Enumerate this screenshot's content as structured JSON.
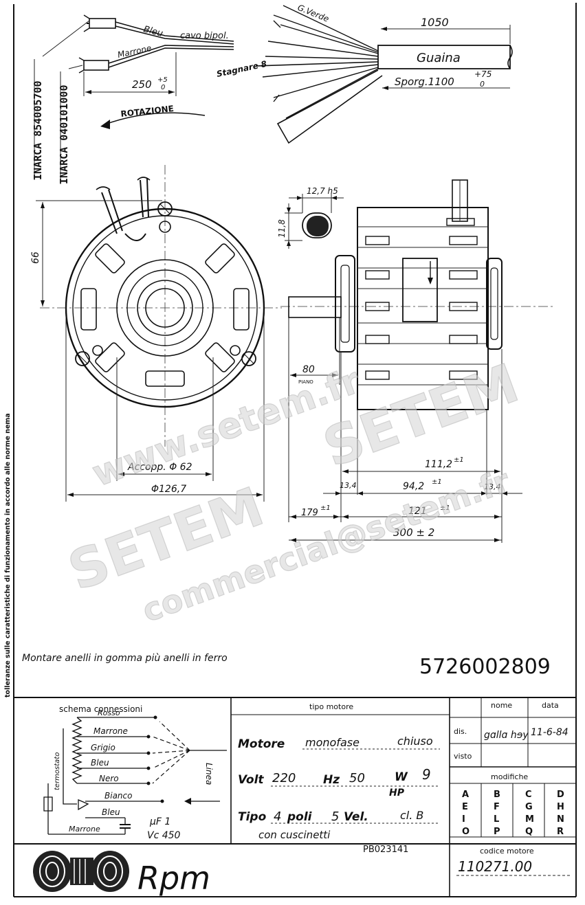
{
  "wiring": {
    "bleu": "Bleu",
    "cavo": "cavo bipol.",
    "marrone": "Marrone",
    "length": "250",
    "length_tol": "+5",
    "length_tol2": "0",
    "inarca1": "INARCA 854005700",
    "inarca2": "INARCA 040101000",
    "rotation": "ROTAZIONE"
  },
  "cable": {
    "verde": "G.Verde",
    "length": "1050",
    "guaina": "Guaina",
    "stagnare": "Stagnare 8",
    "sporg": "Sporg.1100",
    "sporg_tol": "+75",
    "sporg_tol2": "0"
  },
  "front_view": {
    "dim_66": "66",
    "accopp": "Accopp. Φ 62",
    "diam": "Φ126,7"
  },
  "side_view": {
    "shaft_diam": "12,7 h5",
    "flat": "11,8",
    "dim_80": "80",
    "piano": "PIANO",
    "dim_111": "111,2",
    "tol_111": "±1",
    "dim_134a": "13,4",
    "dim_942": "94,2",
    "tol_942": "±1",
    "dim_134b": "13,4",
    "dim_179": "179",
    "tol_179": "±1",
    "dim_121": "121",
    "tol_121": "±1",
    "dim_300": "300 ± 2"
  },
  "side_note": "tolleranze sulle caratteristiche di funzionamento in accordo alle norme nema",
  "note": "Montare anelli in gomma più anelli in ferro",
  "part_number": "5726002809",
  "watermark": {
    "line1": "www.setem.fr",
    "line2": "SETEM",
    "line3": "SETEM",
    "line4": "commercial@setem.fr"
  },
  "schema": {
    "title": "schema connessioni",
    "wires": [
      "Rosso",
      "Marrone",
      "Grigio",
      "Bleu",
      "Nero",
      "Bianco",
      "Bleu",
      "Marrone"
    ],
    "termostato": "termostato",
    "linea": "Linea",
    "cap_mf": "μF 1",
    "cap_vc": "Vc 450"
  },
  "motor": {
    "header": "tipo motore",
    "motore_label": "Motore",
    "motore_val": "monofase",
    "motore_type": "chiuso",
    "volt_label": "Volt",
    "volt_val": "220",
    "hz_label": "Hz",
    "hz_val": "50",
    "w_label": "W",
    "w_val": "9",
    "hp_label": "HP",
    "tipo_label": "Tipo",
    "poli_val": "4",
    "poli_label": "poli",
    "vel_val": "5",
    "vel_label": "Vel.",
    "class_val": "cl. B",
    "bearings": "con cuscinetti",
    "pb": "PB023141"
  },
  "titleblock": {
    "nome": "nome",
    "data": "data",
    "dis": "dis.",
    "signature": "gɑllɑ hɘy",
    "date": "11-6-84",
    "visto": "visto",
    "modifiche": "modifiche",
    "mod_letters": [
      "A",
      "B",
      "C",
      "D",
      "E",
      "F",
      "G",
      "H",
      "I",
      "L",
      "M",
      "N",
      "O",
      "P",
      "Q",
      "R"
    ],
    "codice": "codice motore",
    "code": "110271.00"
  },
  "logo": {
    "brand": "Rpm"
  }
}
